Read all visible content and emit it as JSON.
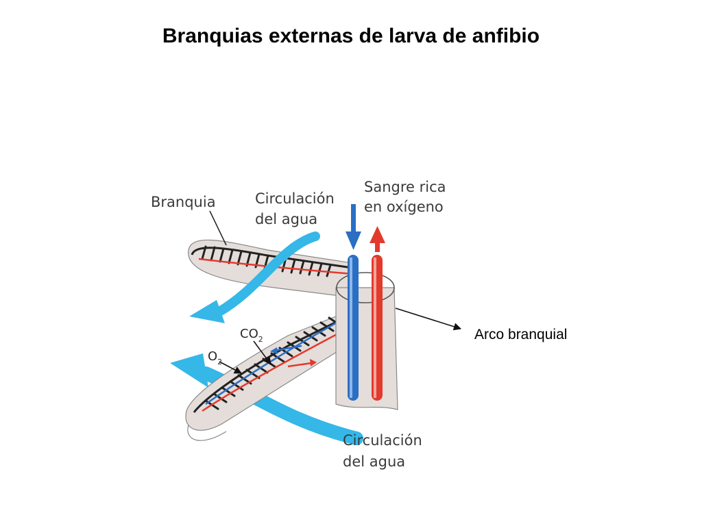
{
  "slide": {
    "title": "Branquias externas de larva de anfibio"
  },
  "labels": {
    "branquia": "Branquia",
    "circulacion_top_1": "Circulación",
    "circulacion_top_2": "del agua",
    "sangre_1": "Sangre rica",
    "sangre_2": "en oxígeno",
    "co2_main": "CO",
    "co2_sub": "2",
    "o2_main": "O",
    "o2_sub": "2",
    "circulacion_bottom_1": "Circulación",
    "circulacion_bottom_2": "del agua",
    "arco": "Arco branquial"
  },
  "colors": {
    "water_arrow": "#35b7e8",
    "vein_blue": "#2a6fc4",
    "artery_red": "#e23a2c",
    "tissue": "#e4ddda"
  }
}
